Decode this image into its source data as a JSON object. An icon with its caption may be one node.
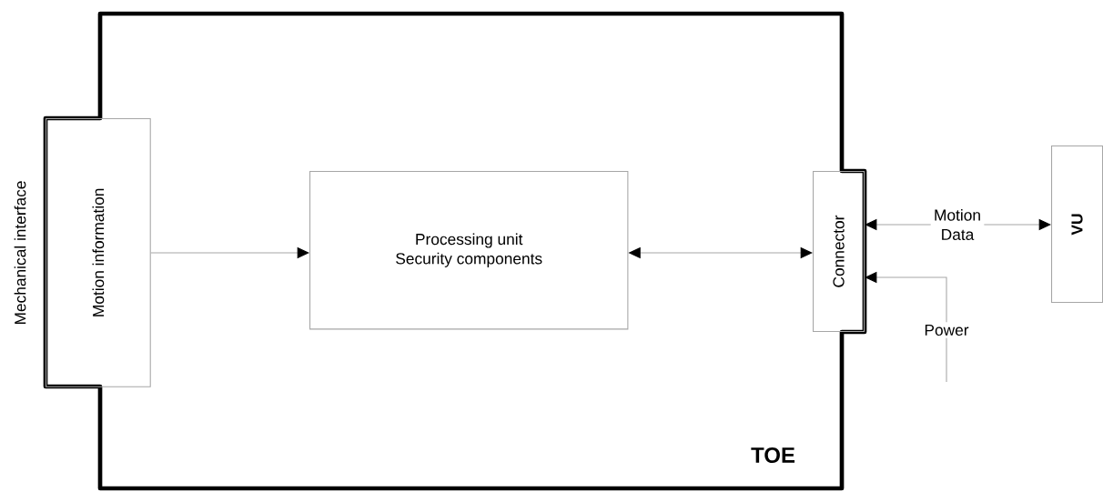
{
  "diagram": {
    "nodes": [
      {
        "text": [
          "TOE"
        ]
      },
      {
        "text": [
          "Motion information"
        ],
        "in": 0
      },
      {
        "text": [
          "Processing unit Security components"
        ],
        "in": 0
      },
      {
        "text": [
          "Connector"
        ],
        "in": 0
      },
      {
        "text": [
          "VU"
        ]
      }
    ],
    "edges": [
      {
        "from": 1,
        "to": 2,
        "arrow": "to"
      },
      {
        "from": 2,
        "to": 3,
        "arrow": "both"
      },
      {
        "from": 3,
        "to": 4,
        "arrow": "both",
        "label": "Motion Data"
      },
      {
        "from": null,
        "to": 3,
        "arrow": "to",
        "label": "Power"
      }
    ],
    "labels": [
      "Mechanical interface"
    ]
  }
}
